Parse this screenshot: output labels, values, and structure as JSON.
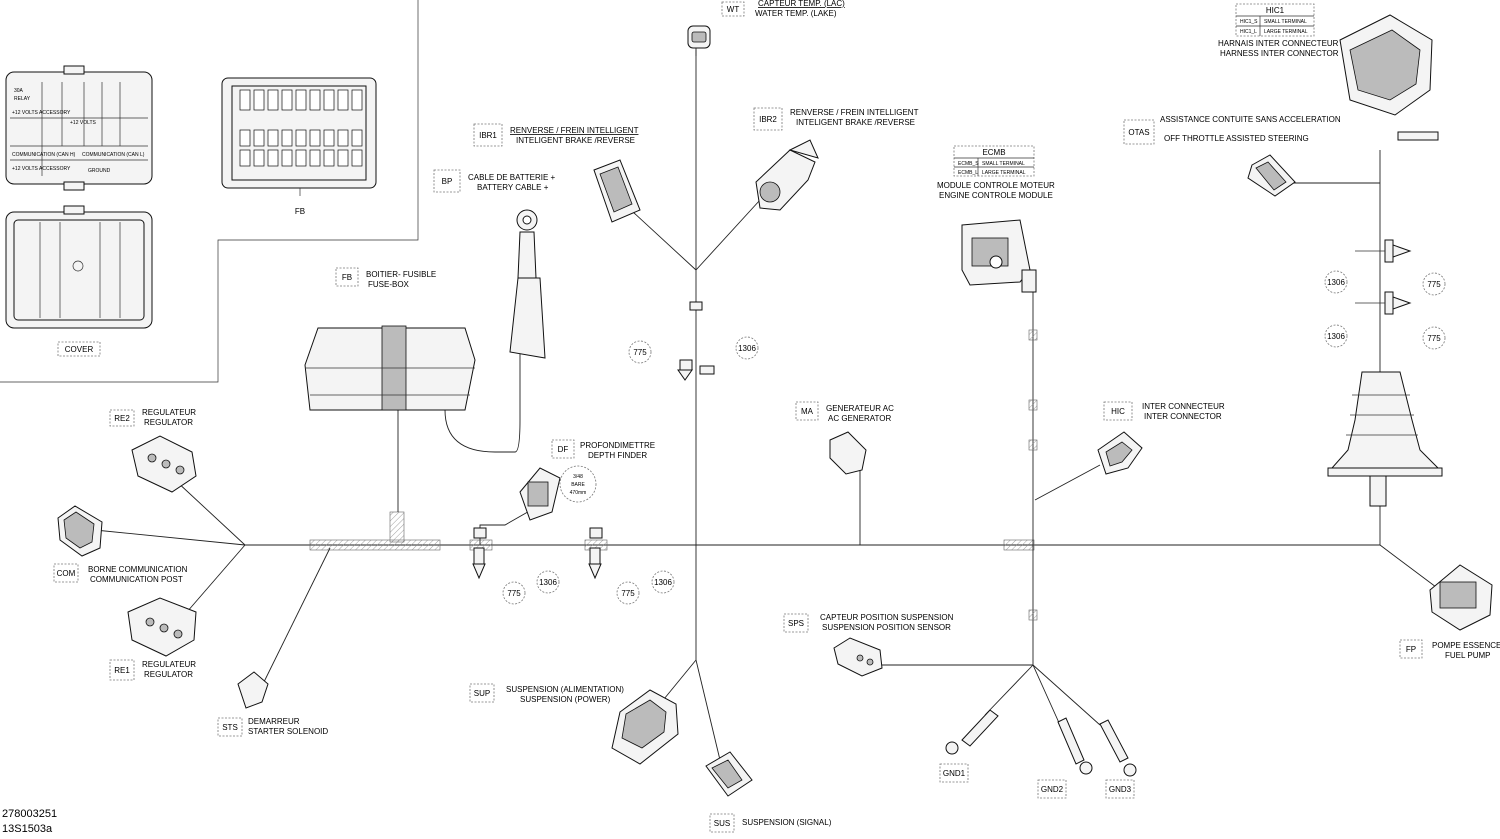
{
  "document_number": "278003251",
  "drawing_code": "13S1503a",
  "fusebox_detail": {
    "cover_label": "COVER",
    "fb_label": "FB",
    "relay_label": "30A",
    "relay_sub": "RELAY",
    "row1": "+12 VOLTS ACCESSORY",
    "row2": "+12 VOLTS",
    "row3": "COMMUNICATION (CAN H)",
    "row4": "COMMUNICATION (CAN L)",
    "row5": "+12 VOLTS ACCESSORY",
    "row6": "GROUND"
  },
  "components": [
    {
      "code": "WT",
      "fr": "CAPTEUR TEMP. (LAC)",
      "en": "WATER TEMP. (LAKE)"
    },
    {
      "code": "IBR1",
      "fr": "RENVERSE / FREIN INTELLIGENT",
      "en": "INTELIGENT BRAKE /REVERSE"
    },
    {
      "code": "IBR2",
      "fr": "RENVERSE / FREIN INTELLIGENT",
      "en": "INTELIGENT BRAKE /REVERSE"
    },
    {
      "code": "BP",
      "fr": "CABLE DE BATTERIE +",
      "en": "BATTERY CABLE +"
    },
    {
      "code": "FB",
      "fr": "BOITIER- FUSIBLE",
      "en": "FUSE-BOX"
    },
    {
      "code": "ECMB",
      "fr": "MODULE CONTROLE MOTEUR",
      "en": "ENGINE CONTROLE MODULE",
      "s": "ECMB_S",
      "l": "ECMB_L",
      "small": "SMALL TERMINAL",
      "large": "LARGE TERMINAL"
    },
    {
      "code": "HIC1",
      "fr": "HARNAIS INTER CONNECTEUR",
      "en": "HARNESS INTER CONNECTOR",
      "s": "HIC1_S",
      "l": "HIC1_L",
      "small": "SMALL TERMINAL",
      "large": "LARGE TERMINAL"
    },
    {
      "code": "OTAS",
      "fr": "ASSISTANCE CONTUITE SANS ACCELERATION",
      "en": "OFF THROTTLE ASSISTED STEERING"
    },
    {
      "code": "RE2",
      "fr": "REGULATEUR",
      "en": "REGULATOR"
    },
    {
      "code": "DF",
      "fr": "PROFONDIMETTRE",
      "en": "DEPTH FINDER"
    },
    {
      "code": "MA",
      "fr": "GENERATEUR AC",
      "en": "AC GENERATOR"
    },
    {
      "code": "HIC",
      "fr": "INTER CONNECTEUR",
      "en": "INTER CONNECTOR"
    },
    {
      "code": "COM",
      "fr": "BORNE COMMUNICATION",
      "en": "COMMUNICATION POST"
    },
    {
      "code": "RE1",
      "fr": "REGULATEUR",
      "en": "REGULATOR"
    },
    {
      "code": "STS",
      "fr": "DEMARREUR",
      "en": "STARTER SOLENOID"
    },
    {
      "code": "SUP",
      "fr": "SUSPENSION (ALIMENTATION)",
      "en": "SUSPENSION (POWER)"
    },
    {
      "code": "SPS",
      "fr": "CAPTEUR POSITION SUSPENSION",
      "en": "SUSPENSION POSITION SENSOR"
    },
    {
      "code": "FP",
      "fr": "POMPE ESSENCE",
      "en": "FUEL PUMP"
    },
    {
      "code": "SUS",
      "fr": "SUSPENSION (SIGNAL)",
      "en": ""
    },
    {
      "code": "GND1",
      "fr": "",
      "en": ""
    },
    {
      "code": "GND2",
      "fr": "",
      "en": ""
    },
    {
      "code": "GND3",
      "fr": "",
      "en": ""
    }
  ],
  "refs": {
    "r775": "775",
    "r1306": "1306"
  },
  "df_note": [
    "3/48",
    "BARE",
    "470mm"
  ]
}
